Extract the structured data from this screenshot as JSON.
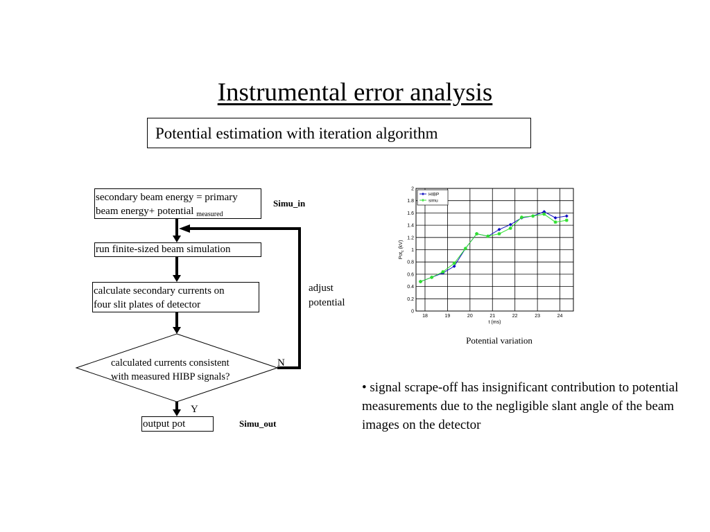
{
  "title": "Instrumental error analysis",
  "subtitle": "Potential estimation with iteration algorithm",
  "flowchart": {
    "box1_line1": "secondary beam energy = primary",
    "box1_line2": "beam energy+ potential",
    "box1_sub": "measured",
    "box2": "run finite-sized beam simulation",
    "box3_line1": "calculate secondary currents on",
    "box3_line2": "four slit plates of detector",
    "diamond_line1": "calculated currents consistent",
    "diamond_line2": "with measured HIBP signals?",
    "box4": "output pot",
    "simu_in": "Simu_in",
    "simu_out": "Simu_out",
    "adjust_line1": "adjust",
    "adjust_line2": "potential",
    "no_label": "N",
    "yes_label": "Y"
  },
  "chart_caption": "Potential variation",
  "bullet_text": "• signal scrape-off has insignificant contribution to potential measurements due to the negligible slant angle of the beam images on the detector",
  "chart_data": {
    "type": "line",
    "xlabel": "t (ms)",
    "ylabel": "Pot",
    "ylabel_sub": "c",
    "ylabel_unit": "(kV)",
    "xlim": [
      17.6,
      24.6
    ],
    "ylim": [
      0,
      2
    ],
    "xticks": [
      18,
      19,
      20,
      21,
      22,
      23,
      24
    ],
    "yticks": [
      0,
      0.2,
      0.4,
      0.6,
      0.8,
      1,
      1.2,
      1.4,
      1.6,
      1.8,
      2
    ],
    "grid": true,
    "legend": "top-left",
    "series": [
      {
        "name": "HIBP",
        "color": "#1010c0",
        "marker": "diamond",
        "x": [
          17.8,
          18.3,
          18.8,
          19.3,
          19.8,
          20.3,
          20.8,
          21.3,
          21.8,
          22.3,
          22.8,
          23.3,
          23.8,
          24.3
        ],
        "y": [
          0.48,
          0.55,
          0.62,
          0.73,
          1.02,
          1.26,
          1.22,
          1.33,
          1.41,
          1.52,
          1.55,
          1.62,
          1.52,
          1.55
        ]
      },
      {
        "name": "simu",
        "color": "#30e030",
        "marker": "star",
        "x": [
          17.8,
          18.3,
          18.8,
          19.3,
          19.8,
          20.3,
          20.8,
          21.3,
          21.8,
          22.3,
          22.8,
          23.3,
          23.8,
          24.3
        ],
        "y": [
          0.48,
          0.55,
          0.64,
          0.78,
          1.02,
          1.26,
          1.22,
          1.26,
          1.35,
          1.53,
          1.55,
          1.58,
          1.45,
          1.48
        ]
      }
    ]
  }
}
